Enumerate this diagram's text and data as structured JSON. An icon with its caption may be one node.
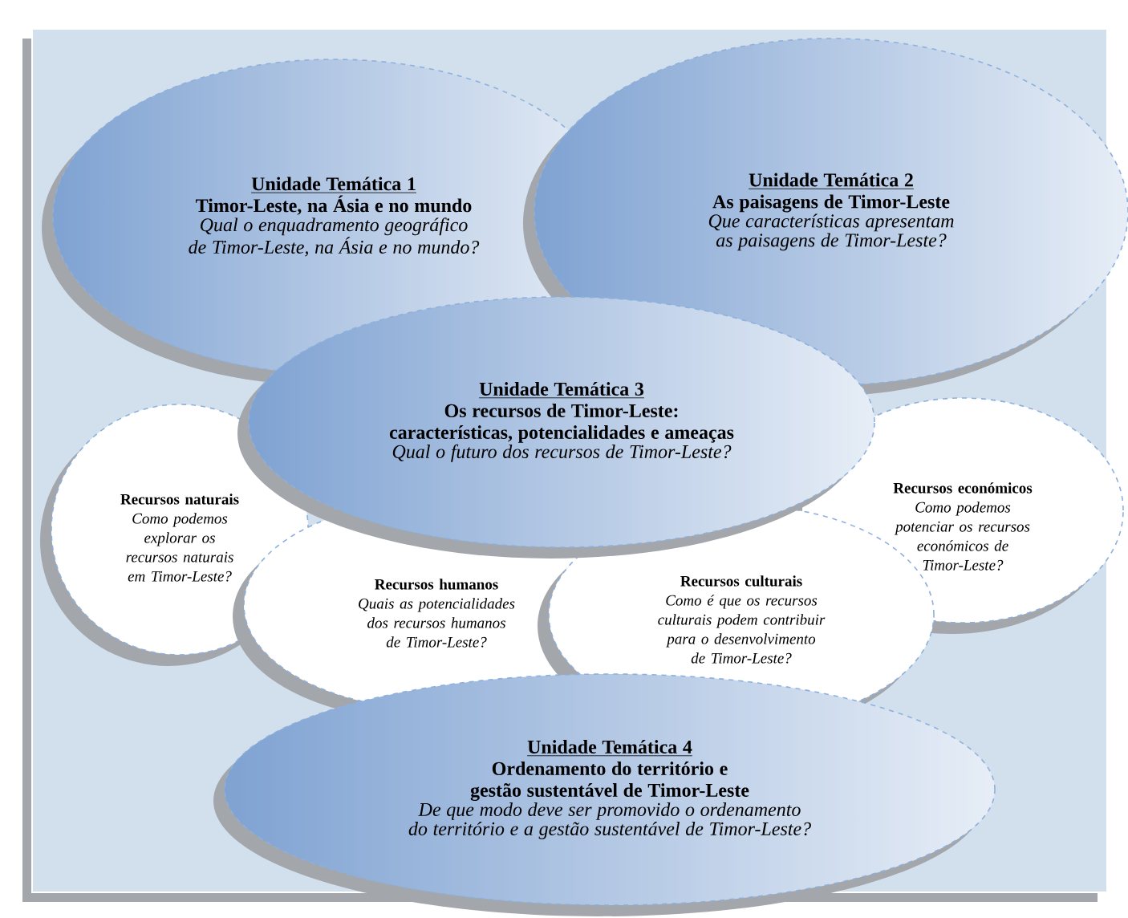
{
  "diagram": {
    "nodes": [
      {
        "text": [
          "Unidade Temática 1",
          "Timor-Leste, na Ásia e no mundo",
          "Qual o enquadramento geográfico de Timor-Leste, na Ásia e no mundo?"
        ]
      },
      {
        "text": [
          "Unidade Temática 2",
          "As paisagens de Timor-Leste",
          "Que características apresentam as paisagens de Timor-Leste?"
        ]
      },
      {
        "text": [
          "Unidade Temática 3",
          "Os recursos de Timor-Leste: características, potencialidades e ameaças",
          "Qual o futuro dos recursos de Timor-Leste?"
        ]
      },
      {
        "text": [
          "Recursos naturais",
          "Como podemos explorar os recursos naturais em Timor-Leste?"
        ]
      },
      {
        "text": [
          "Recursos humanos",
          "Quais as potencialidades dos recursos humanos de Timor-Leste?"
        ]
      },
      {
        "text": [
          "Recursos culturais",
          "Como é que os recursos culturais podem contribuir para o desenvolvimento de Timor-Leste?"
        ]
      },
      {
        "text": [
          "Recursos económicos",
          "Como podemos potenciar os recursos económicos de Timor-Leste?"
        ]
      },
      {
        "text": [
          "Unidade Temática 4",
          "Ordenamento do território e gestão sustentável de Timor-Leste",
          "De que modo deve ser promovido o ordenamento do território e a gestão sustentável de Timor-Leste?"
        ]
      }
    ]
  }
}
